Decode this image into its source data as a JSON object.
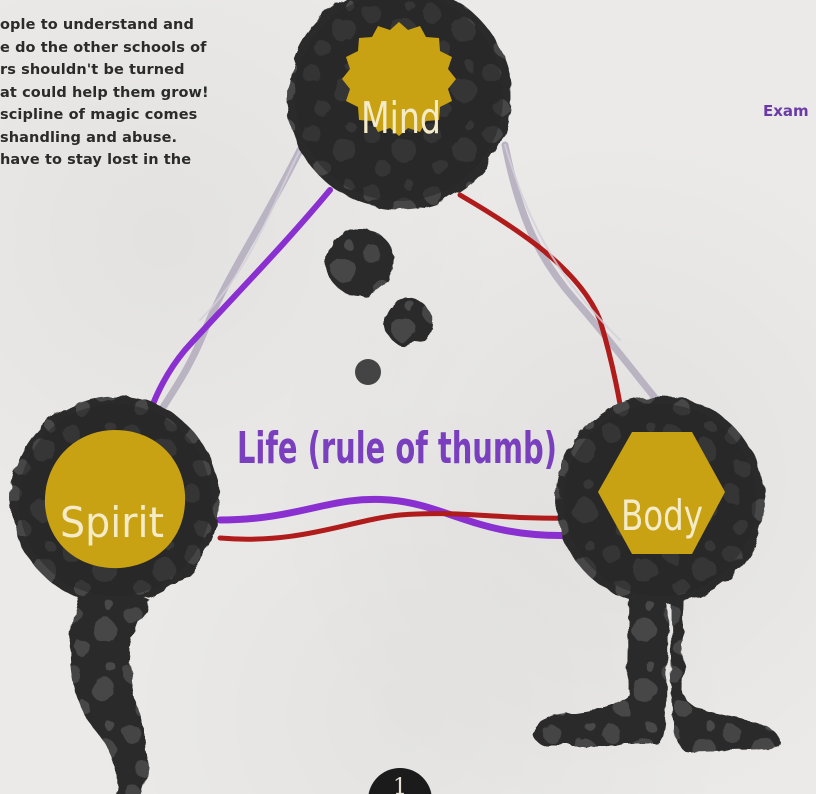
{
  "intro_lines": [
    "ople to understand and",
    "e do the other schools of",
    "rs shouldn't be turned",
    "at could help them grow!",
    "scipline of magic comes",
    "shandling and abuse.",
    "have to stay lost in the"
  ],
  "example_label": "Exam",
  "diagram": {
    "title": "Life (rule of thumb)",
    "mind_label": "Mind",
    "spirit_label": "Spirit",
    "body_label": "Body"
  },
  "page_marker": "1",
  "colors": {
    "title": "#7a3fbe",
    "purple_thread": "#8a2fd0",
    "red_thread": "#b01b1b",
    "silver_thread": "#b9b3c2",
    "gold_fill": "#c9a213",
    "ink_dark": "#2a2a2a"
  },
  "icons": [
    "ink-blot-mind",
    "ink-blot-spirit",
    "ink-blot-body",
    "ink-drip-tail",
    "ink-legs"
  ]
}
